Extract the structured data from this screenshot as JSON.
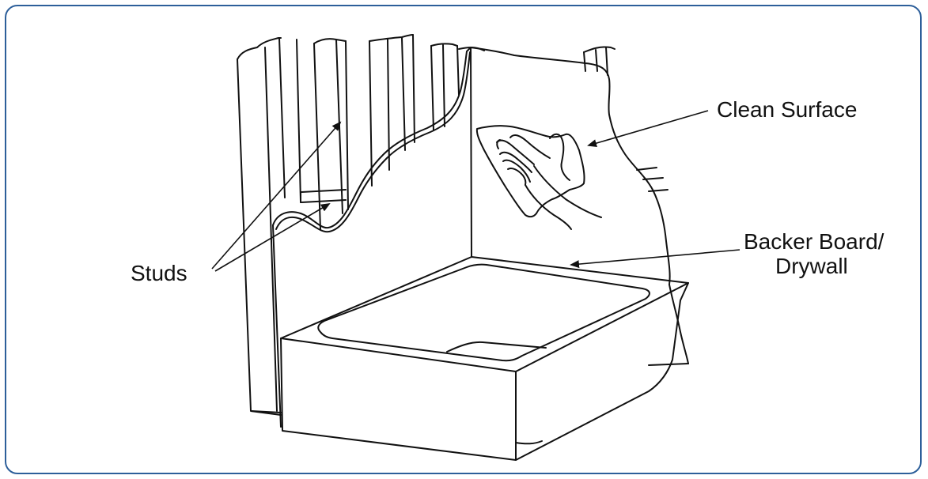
{
  "diagram": {
    "labels": {
      "studs": "Studs",
      "clean_surface": "Clean Surface",
      "backer_board_line1": "Backer Board/",
      "backer_board_line2": "Drywall"
    },
    "frame_color": "#2d5f9a",
    "line_color": "#111111"
  }
}
